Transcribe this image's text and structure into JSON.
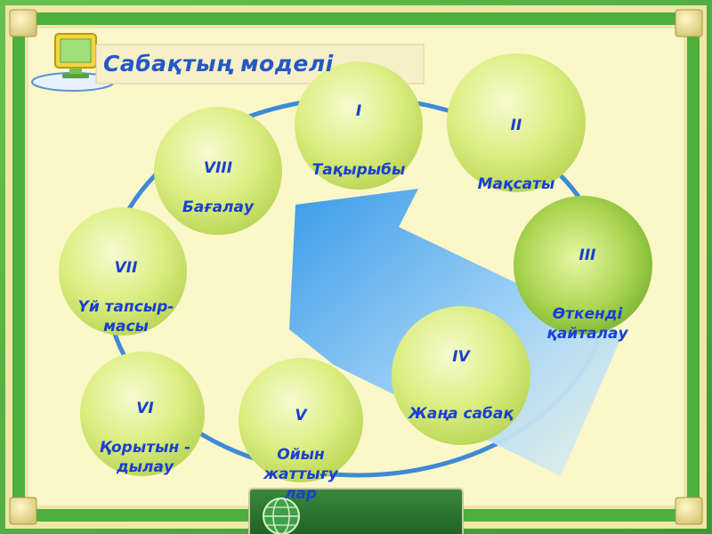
{
  "title": "Сабақтың  моделі",
  "steps": [
    {
      "numeral": "I",
      "label": "Тақырыбы"
    },
    {
      "numeral": "II",
      "label": "Мақсаты"
    },
    {
      "numeral": "III",
      "label": "Өткенді\nқайталау"
    },
    {
      "numeral": "IV",
      "label": "Жаңа сабақ"
    },
    {
      "numeral": "V",
      "label": "Ойын\nжаттығу\nлар"
    },
    {
      "numeral": "VI",
      "label": "Қорытын -\nдылау"
    },
    {
      "numeral": "VII",
      "label": "Үй тапсыр-\nмасы"
    },
    {
      "numeral": "VIII",
      "label": "Бағалау"
    }
  ],
  "colors": {
    "background_frame": "#4caf3e",
    "panel": "#fbf7c8",
    "ring": "#3d8ad6",
    "circle": "#d9ec7a",
    "circle_highlight": "#8cc63f",
    "label": "#1a3fd1",
    "arrow": "#5cb3f2"
  },
  "icons": [
    "monitor-icon",
    "globe-icon",
    "corner-stud-icon"
  ]
}
